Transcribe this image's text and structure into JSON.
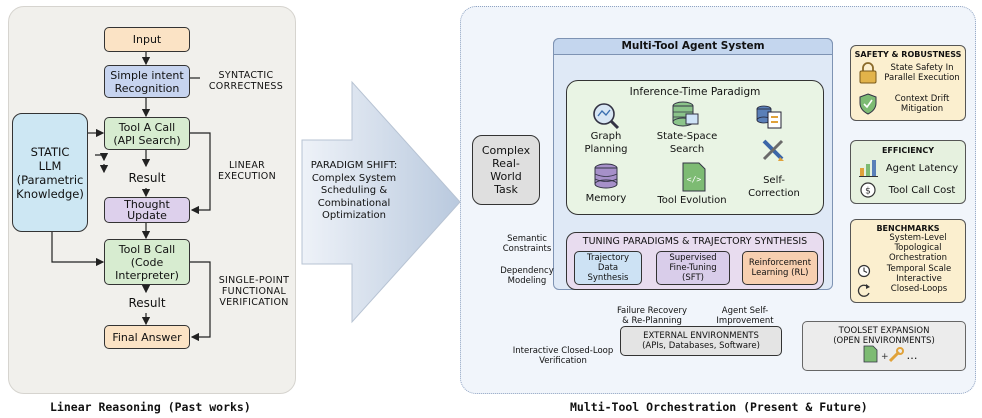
{
  "left_panel": {
    "input": "Input",
    "intent": [
      "Simple intent",
      "Recognition"
    ],
    "static_llm": [
      "STATIC",
      "LLM",
      "(Parametric",
      "Knowledge)"
    ],
    "tool_a": [
      "Tool A Call",
      "(API Search)"
    ],
    "result1": "Result",
    "thought": [
      "Thought",
      "Update"
    ],
    "tool_b": [
      "Tool B Call",
      "(Code",
      "Interpreter)"
    ],
    "result2": "Result",
    "final": "Final Answer",
    "label_syntactic": [
      "SYNTACTIC",
      "CORRECTNESS"
    ],
    "label_linear": [
      "LINEAR",
      "EXECUTION"
    ],
    "label_single": [
      "SINGLE-POINT",
      "FUNCTIONAL",
      "VERIFICATION"
    ],
    "caption": "Linear Reasoning (Past works)"
  },
  "arrow": {
    "title": "PARADIGM SHIFT:",
    "body": [
      "Complex System",
      "Scheduling &",
      "Combinational",
      "Optimization"
    ]
  },
  "right_panel": {
    "agent_system": "Multi-Tool Agent System",
    "complex_task": [
      "Complex",
      "Real-",
      "World",
      "Task"
    ],
    "inference": {
      "title": "Inference-Time Paradigm",
      "graph": [
        "Graph",
        "Planning"
      ],
      "state_space": [
        "State-Space",
        "Search"
      ],
      "memory": "Memory",
      "tool_evolution": "Tool Evolution",
      "self_correction": [
        "Self-",
        "Correction"
      ]
    },
    "tuning": {
      "title": "TUNING PARADIGMS & TRAJECTORY SYNTHESIS",
      "traj": [
        "Trajectory",
        "Data",
        "Synthesis"
      ],
      "sft": [
        "Supervised",
        "Fine-Tuning",
        "(SFT)"
      ],
      "rl": [
        "Reinforcement",
        "Learning (RL)"
      ]
    },
    "semantic": [
      "Semantic",
      "Constraints"
    ],
    "dependency": [
      "Dependency",
      "Modeling"
    ],
    "failure": [
      "Failure Recovery",
      "& Re-Planning"
    ],
    "self_improve": [
      "Agent Self-",
      "Improvement"
    ],
    "external": [
      "EXTERNAL ENVIRONMENTS",
      "(APIs, Databases, Software)"
    ],
    "interactive": [
      "Interactive Closed-Loop",
      "Verification"
    ],
    "toolset": [
      "TOOLSET EXPANSION",
      "(OPEN ENVIRONMENTS)"
    ],
    "toolset_dots": "…",
    "safety": {
      "title": "SAFETY & ROBUSTNESS",
      "item1": [
        "State Safety In",
        "Parallel Execution"
      ],
      "item2": [
        "Context Drift",
        "Mitigation"
      ]
    },
    "efficiency": {
      "title": "EFFICIENCY",
      "item1": "Agent Latency",
      "item2": "Tool Call Cost"
    },
    "benchmarks": {
      "title": "BENCHMARKS",
      "item1": [
        "System-Level",
        "Topological",
        "Orchestration"
      ],
      "item2": [
        "Temporal Scale",
        "Interactive",
        "Closed-Loops"
      ]
    },
    "caption": "Multi-Tool Orchestration (Present & Future)"
  },
  "colors": {
    "left_bg": "#f1f0ec",
    "input_fill": "#fbe3c5",
    "intent_fill": "#c7d4ef",
    "llm_fill": "#cde7f3",
    "tool_fill": "#d7ecd0",
    "thought_fill": "#ddd0ec",
    "agent_fill": "#dfe9f6",
    "inference_fill": "#e9f4e4",
    "tuning_fill": "#e8dcef",
    "side_fill": "#fbefcf"
  }
}
